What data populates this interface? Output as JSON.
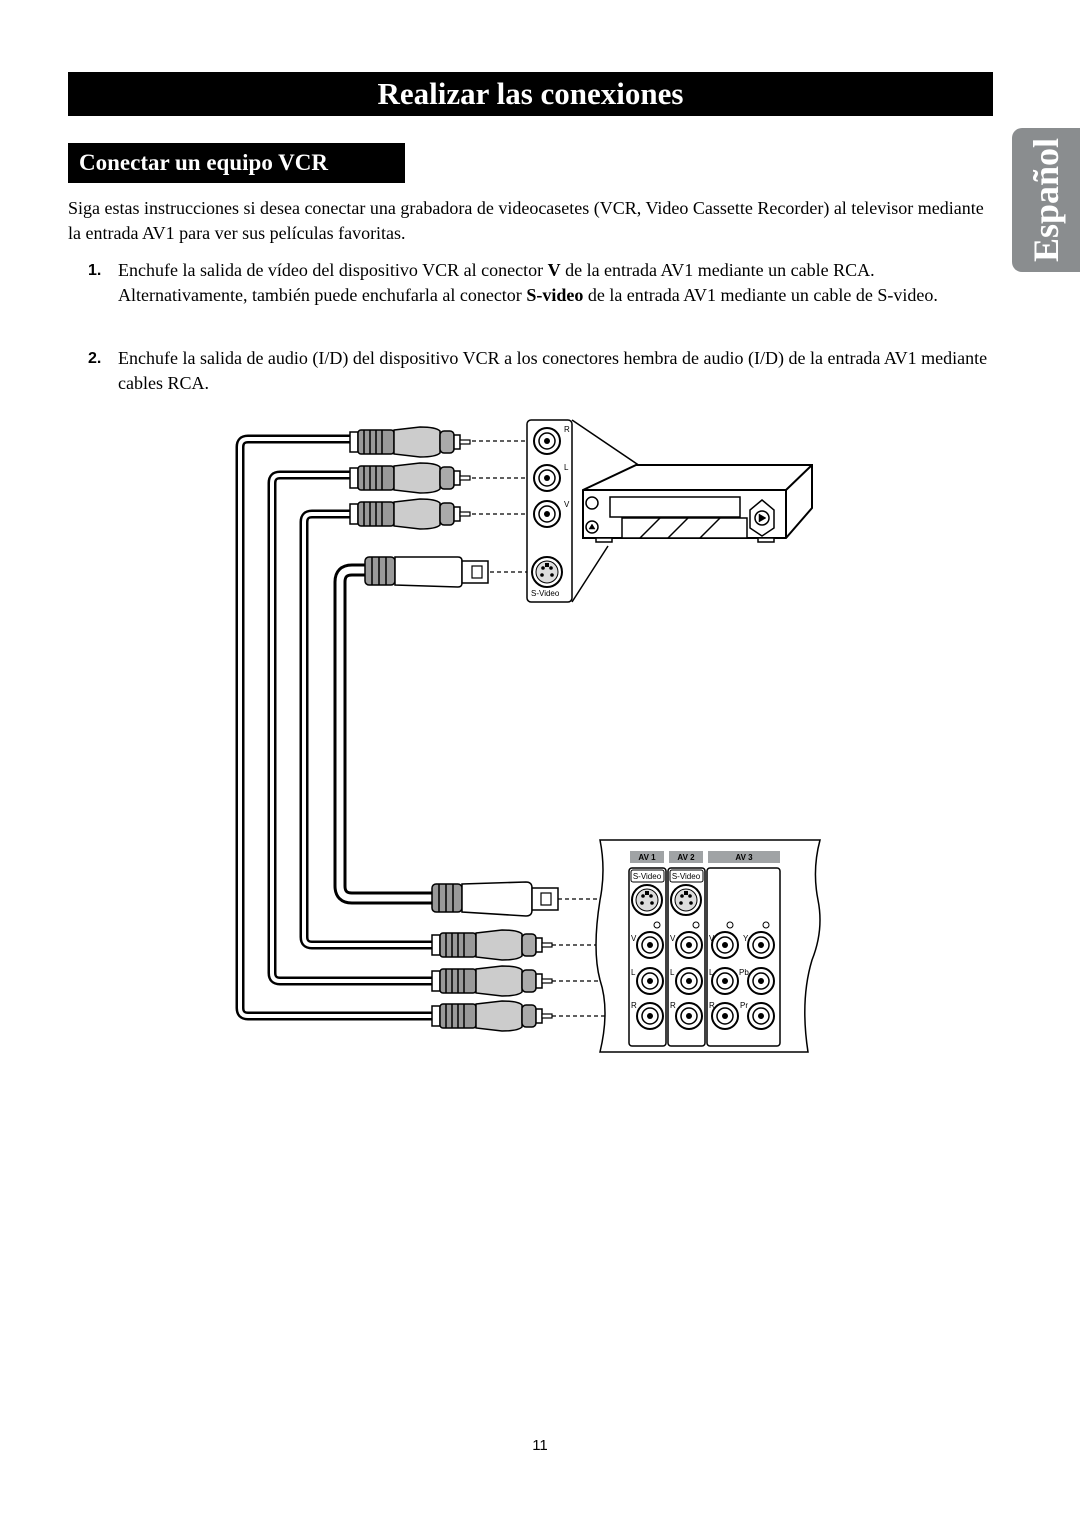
{
  "header": {
    "title": "Realizar las conexiones"
  },
  "section": {
    "title": "Conectar un equipo VCR"
  },
  "language_tab": {
    "label": "Español"
  },
  "intro": "Siga estas instrucciones si desea conectar una grabadora de videocasetes (VCR, Video Cassette Recorder) al televisor mediante la entrada AV1 para ver sus películas favoritas.",
  "steps": [
    {
      "number": "1.",
      "parts": [
        "Enchufe la salida de vídeo del dispositivo VCR al conector ",
        "V",
        " de la entrada AV1 mediante un cable RCA. Alternativamente, también puede enchufarla al conector ",
        "S-video",
        " de la entrada AV1 mediante un cable de S-video."
      ]
    },
    {
      "number": "2.",
      "parts": [
        "Enchufe la salida de audio (I/D) del dispositivo VCR a los conectores hembra de audio (I/D) de la entrada AV1 mediante cables RCA."
      ]
    }
  ],
  "diagram": {
    "vcr_panel_labels": {
      "r": "R",
      "l": "L",
      "v": "V",
      "svideo": "S-Video"
    },
    "tv_panel": {
      "tabs": [
        "AV 1",
        "AV 2",
        "AV 3"
      ],
      "svideo_labels": [
        "S-Video",
        "S-Video"
      ],
      "av1_labels": [
        "V",
        "L",
        "R"
      ],
      "av2_labels": [
        "V",
        "L",
        "R"
      ],
      "av3_labels_left": [
        "V",
        "L",
        "R"
      ],
      "av3_labels_right": [
        "Y",
        "Pb",
        "Pr"
      ]
    }
  },
  "page_number": "11"
}
